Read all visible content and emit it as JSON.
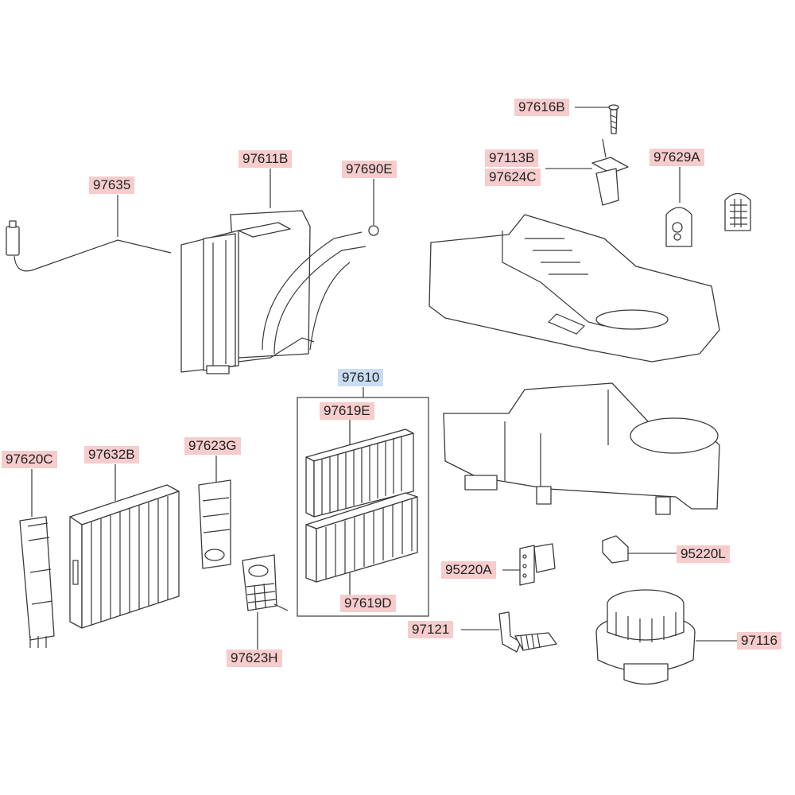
{
  "colors": {
    "part_label_bg": "#f6cccc",
    "assembly_label_bg": "#c9dcf4",
    "line": "#3a3a3a"
  },
  "labels": {
    "p97616B": "97616B",
    "p97113B": "97113B",
    "p97624C": "97624C",
    "p97629A": "97629A",
    "p97635": "97635",
    "p97611B": "97611B",
    "p97690E": "97690E",
    "p97610": "97610",
    "p97619E": "97619E",
    "p97619D": "97619D",
    "p97620C": "97620C",
    "p97632B": "97632B",
    "p97623G": "97623G",
    "p97623H": "97623H",
    "p95220A": "95220A",
    "p95220L": "95220L",
    "p97121": "97121",
    "p97116": "97116"
  }
}
